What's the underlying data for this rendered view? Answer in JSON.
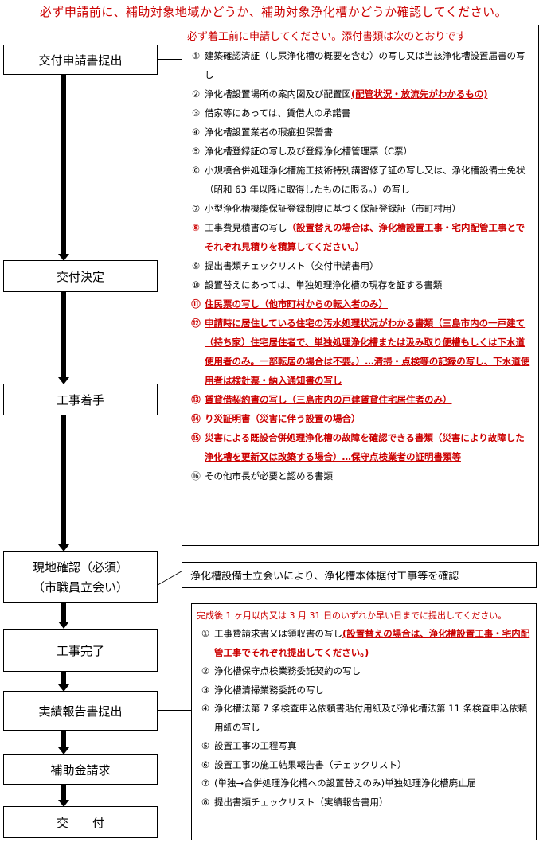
{
  "title": "必ず申請前に、補助対象地域かどうか、補助対象浄化槽かどうか確認してください。",
  "steps": {
    "s1": "交付申請書提出",
    "s2": "交付決定",
    "s3": "工事着手",
    "s4a": "現地確認（必須）",
    "s4b": "（市職員立会い）",
    "s5": "工事完了",
    "s6": "実績報告書提出",
    "s7": "補助金請求",
    "s8": "交　　付"
  },
  "box1": {
    "header": "必ず着工前に申請してください。添付書類は次のとおりです",
    "items": [
      {
        "num": "①",
        "text": "建築確認済証（し尿浄化槽の概要を含む）の写し又は当該浄化槽設置届書の写し"
      },
      {
        "num": "②",
        "text": "浄化槽設置場所の案内図及び配置図",
        "emph": "(配管状況・放流先がわかるもの)"
      },
      {
        "num": "③",
        "text": "借家等にあっては、賃借人の承諾書"
      },
      {
        "num": "④",
        "text": "浄化槽設置業者の瑕疵担保誓書"
      },
      {
        "num": "⑤",
        "text": "浄化槽登録証の写し及び登録浄化槽管理票（C票）"
      },
      {
        "num": "⑥",
        "text": "小規模合併処理浄化槽施工技術特別講習修了証の写し又は、浄化槽設備士免状（昭和 63 年以降に取得したものに限る。）の写し"
      },
      {
        "num": "⑦",
        "text": "小型浄化槽機能保証登録制度に基づく保証登録証（市町村用）"
      },
      {
        "num": "⑧",
        "text": "工事費見積書の写し",
        "emph": "（設置替えの場合は、浄化槽設置工事・宅内配管工事とでそれぞれ見積りを積算してください。）"
      },
      {
        "num": "⑨",
        "text": "提出書類チェックリスト（交付申請書用）"
      },
      {
        "num": "⑩",
        "text": "設置替えにあっては、単独処理浄化槽の現存を証する書類"
      },
      {
        "num": "⑪",
        "text": "住民票の写し（他市町村からの転入者のみ）",
        "red": true
      },
      {
        "num": "⑫",
        "text": "申請時に居住している住宅の汚水処理状況がわかる書類（三島市内の一戸建て（持ち家）住宅居住者で、単独処理浄化槽または汲み取り便槽もしくは下水道使用者のみ。一部転居の場合は不要。）…清掃・点検等の記録の写し、下水道使用者は検針票・納入通知書の写し",
        "red": true
      },
      {
        "num": "⑬",
        "text": "賃貸借契約書の写し（三島市内の戸建賃貸住宅居住者のみ）",
        "red": true
      },
      {
        "num": "⑭",
        "text": "り災証明書（災害に伴う設置の場合）",
        "red": true
      },
      {
        "num": "⑮",
        "text": "災害による既設合併処理浄化槽の故障を確認できる書類（災害により故障した浄化槽を更新又は改築する場合）…保守点検業者の証明書類等",
        "red": true
      },
      {
        "num": "⑯",
        "text": "その他市長が必要と認める書類"
      }
    ]
  },
  "box2": {
    "text": "浄化槽設備士立会いにより、浄化槽本体据付工事等を確認"
  },
  "box3": {
    "header": "完成後 1 ヶ月以内又は 3 月 31 日のいずれか早い日までに提出してください。",
    "items": [
      {
        "num": "①",
        "text": "工事費請求書又は領収書の写し",
        "emph": "(設置替えの場合は、浄化槽設置工事・宅内配管工事でそれぞれ提出してください。)"
      },
      {
        "num": "②",
        "text": "浄化槽保守点検業務委託契約の写し"
      },
      {
        "num": "③",
        "text": "浄化槽清掃業務委託の写し"
      },
      {
        "num": "④",
        "text": "浄化槽法第 7 条検査申込依頼書貼付用紙及び浄化槽法第 11 条検査申込依頼用紙の写し"
      },
      {
        "num": "⑤",
        "text": "設置工事の工程写真"
      },
      {
        "num": "⑥",
        "text": "設置工事の施工結果報告書（チェックリスト）"
      },
      {
        "num": "⑦",
        "text": "(単独→合併処理浄化槽への設置替えのみ)単独処理浄化槽廃止届"
      },
      {
        "num": "⑧",
        "text": "提出書類チェックリスト（実績報告書用）"
      }
    ]
  },
  "colors": {
    "accent": "#cc0000",
    "border": "#000000"
  }
}
